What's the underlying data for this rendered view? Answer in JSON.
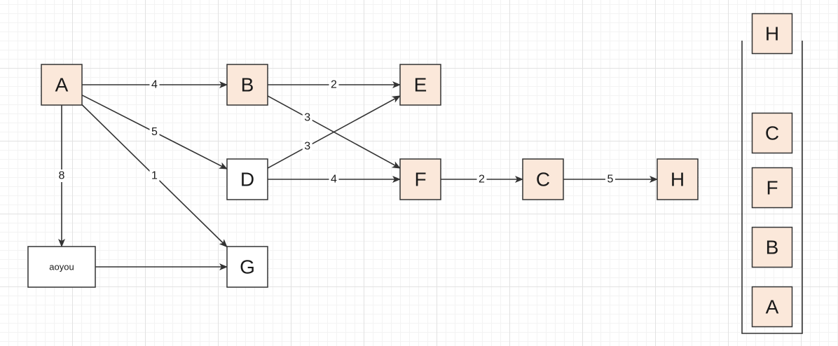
{
  "colors": {
    "highlight_fill": "#fbe8da",
    "plain_fill": "#ffffff",
    "stroke": "#333333"
  },
  "graph": {
    "nodes": [
      {
        "id": "A",
        "label": "A",
        "highlighted": true
      },
      {
        "id": "B",
        "label": "B",
        "highlighted": true
      },
      {
        "id": "D",
        "label": "D",
        "highlighted": false
      },
      {
        "id": "E",
        "label": "E",
        "highlighted": true
      },
      {
        "id": "F",
        "label": "F",
        "highlighted": true
      },
      {
        "id": "C",
        "label": "C",
        "highlighted": true
      },
      {
        "id": "H",
        "label": "H",
        "highlighted": true
      },
      {
        "id": "G",
        "label": "G",
        "highlighted": false
      },
      {
        "id": "aoyou",
        "label": "aoyou",
        "highlighted": false
      }
    ],
    "edges": [
      {
        "from": "A",
        "to": "B",
        "weight": "4"
      },
      {
        "from": "A",
        "to": "D",
        "weight": "5"
      },
      {
        "from": "A",
        "to": "G",
        "weight": "1"
      },
      {
        "from": "A",
        "to": "aoyou",
        "weight": "8"
      },
      {
        "from": "aoyou",
        "to": "G",
        "weight": ""
      },
      {
        "from": "B",
        "to": "E",
        "weight": "2"
      },
      {
        "from": "B",
        "to": "F",
        "weight": "3"
      },
      {
        "from": "D",
        "to": "E",
        "weight": "3"
      },
      {
        "from": "D",
        "to": "F",
        "weight": "4"
      },
      {
        "from": "F",
        "to": "C",
        "weight": "2"
      },
      {
        "from": "C",
        "to": "H",
        "weight": "5"
      }
    ]
  },
  "stack": {
    "items_top_to_bottom": [
      {
        "label": "H",
        "highlighted": true
      },
      {
        "label": "C",
        "highlighted": true
      },
      {
        "label": "F",
        "highlighted": true
      },
      {
        "label": "B",
        "highlighted": true
      },
      {
        "label": "A",
        "highlighted": true
      }
    ]
  }
}
